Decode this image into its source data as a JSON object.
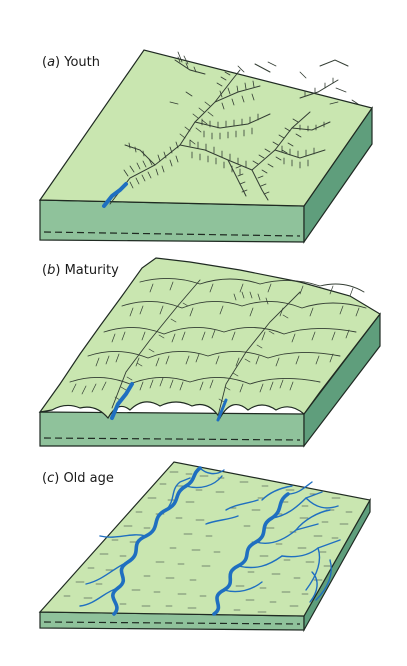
{
  "panels": [
    {
      "id": "youth",
      "letter": "a",
      "label": "Youth"
    },
    {
      "id": "maturity",
      "letter": "b",
      "label": "Maturity"
    },
    {
      "id": "old-age",
      "letter": "c",
      "label": "Old age"
    }
  ],
  "colors": {
    "land_top": "#c9e6b0",
    "land_side_front": "#8fc29b",
    "land_side_right": "#5f9e7c",
    "outline": "#1f2a22",
    "water": "#1f6fc0",
    "hachure": "#333d33"
  }
}
